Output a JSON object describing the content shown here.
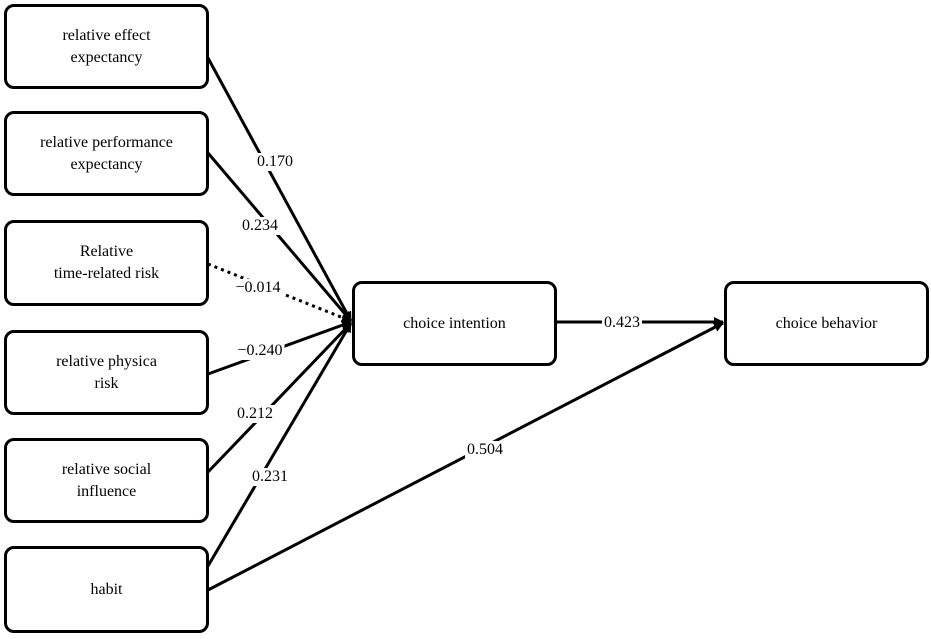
{
  "nodes": {
    "effect": "relative effect\nexpectancy",
    "performance": "relative performance\nexpectancy",
    "time_risk": "Relative\ntime-related risk",
    "physical_risk": "relative physica\nrisk",
    "social": "relative social\ninfluence",
    "habit": "habit",
    "intention": "choice intention",
    "behavior": "choice behavior"
  },
  "paths": {
    "effect_intention": "0.170",
    "performance_intention": "0.234",
    "time_risk_intention": "−0.014",
    "physical_risk_intention": "−0.240",
    "social_intention": "0.212",
    "habit_intention": "0.231",
    "intention_behavior": "0.423",
    "habit_behavior": "0.504"
  }
}
